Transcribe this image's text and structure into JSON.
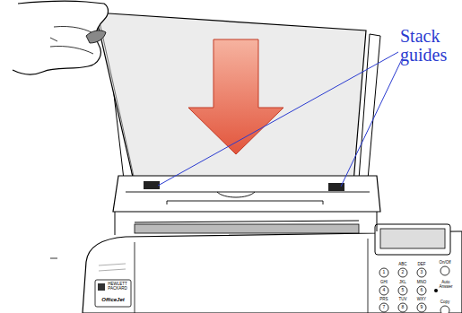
{
  "diagram": {
    "labels": [
      "Stack guides",
      "HEWLETT PACKARD",
      "OfficeJet",
      "1",
      "ABC",
      "2",
      "DEF",
      "3",
      "On/Off",
      "GHI",
      "4",
      "JKL",
      "5",
      "MNO",
      "6",
      "Auto Answer",
      "PRS",
      "7",
      "TUV",
      "8",
      "WXY",
      "9",
      "Copy"
    ]
  }
}
